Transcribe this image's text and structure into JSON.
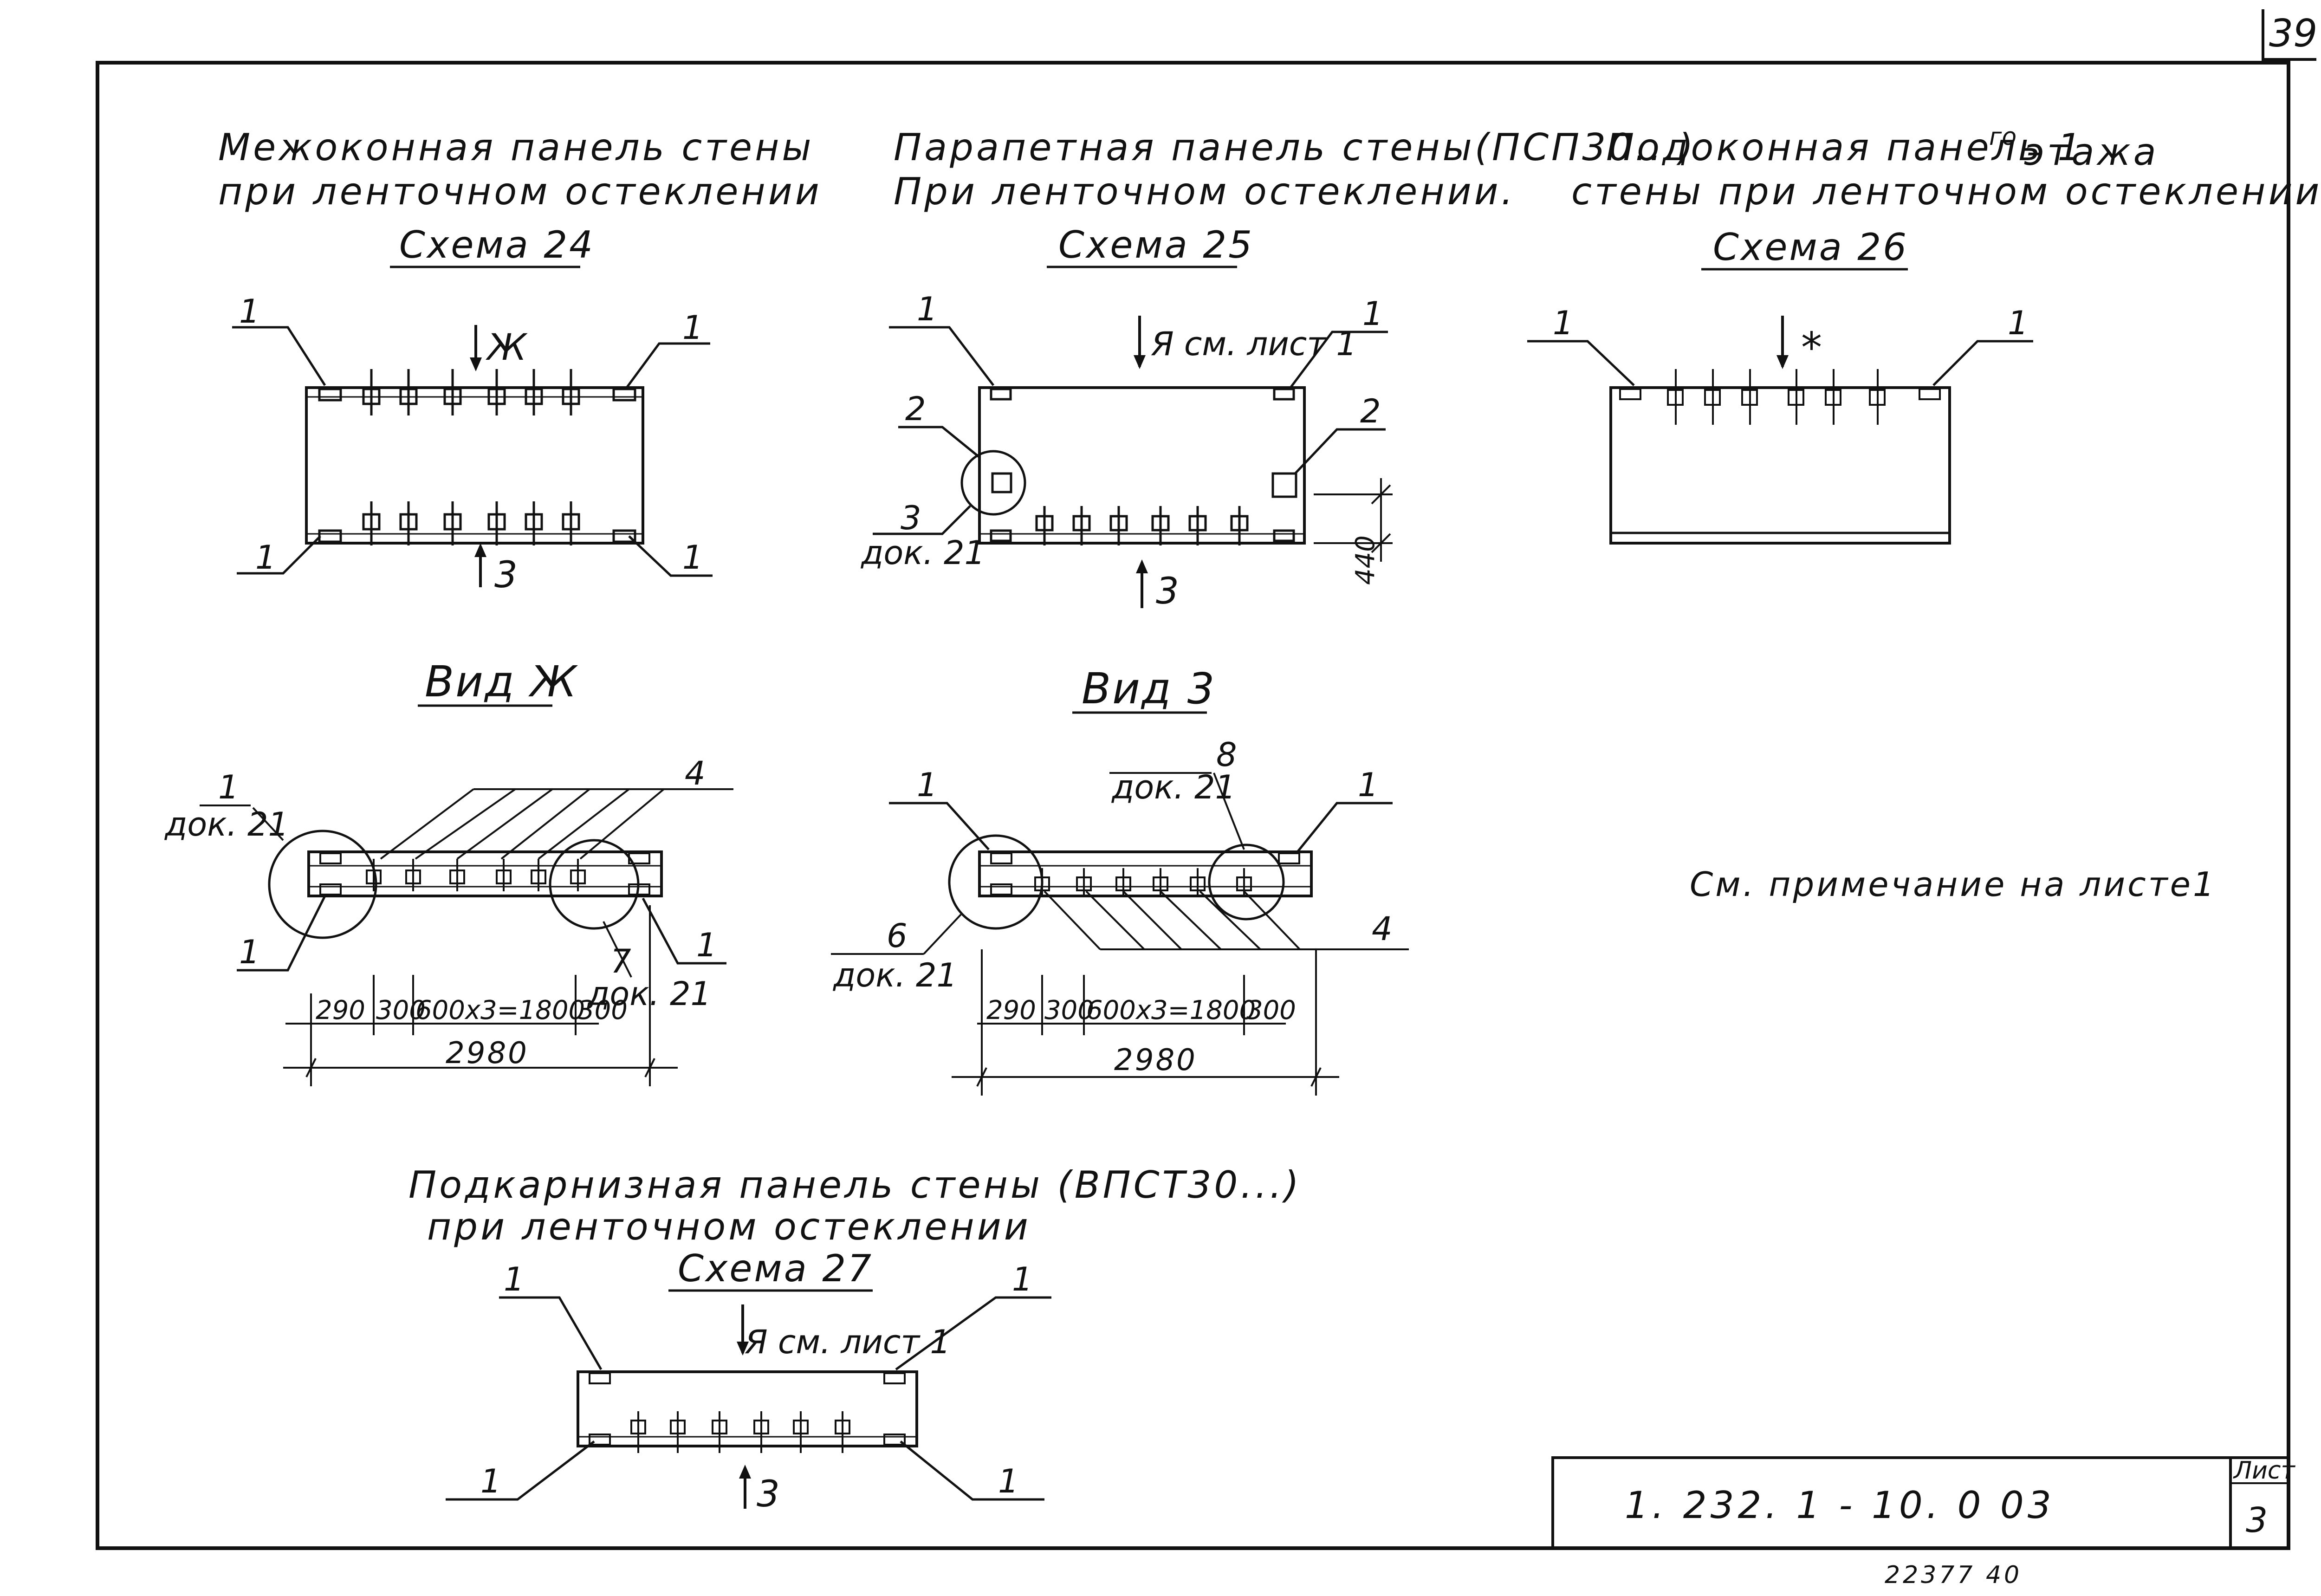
{
  "page_number": "39",
  "panels": [
    {
      "title_line1": "Межоконная панель стены",
      "title_line2": "при ленточном остеклении",
      "scheme": "Схема 24",
      "arrow_top": "Ж",
      "arrow_bottom": "3",
      "callouts": [
        "1",
        "1",
        "1",
        "1"
      ]
    },
    {
      "title_line1": "Парапетная панель стены(ПСП30...)",
      "title_line2": "При ленточном остеклении.",
      "scheme": "Схема 25",
      "arrow_top": "Я см. лист 1",
      "arrow_bottom": "3",
      "callouts": [
        "1",
        "1",
        "2",
        "2",
        "3"
      ],
      "callout_ref": "док. 21",
      "dim": "440"
    },
    {
      "title_line1": "Подоконная панель 1",
      "title_sup": "го",
      "title_line1b": "этажа",
      "title_line2": "стены при ленточном остеклении",
      "scheme": "Схема 26",
      "arrow_top": "*",
      "callouts": [
        "1",
        "1"
      ]
    },
    {
      "title_line1": "Подкарнизная панель стены (ВПСТ30...)",
      "title_line2": "при ленточном остеклении",
      "scheme": "Схема 27",
      "arrow_top": "Я см. лист 1",
      "arrow_bottom": "3",
      "callouts": [
        "1",
        "1",
        "1",
        "1"
      ]
    }
  ],
  "views": [
    {
      "title": "Вид Ж",
      "callouts": [
        "1",
        "4",
        "1",
        "1",
        "7"
      ],
      "ref": "док. 21",
      "dims": [
        "290",
        "300",
        "600x3=1800",
        "300"
      ],
      "total": "2980"
    },
    {
      "title": "Вид 3",
      "callouts": [
        "1",
        "8",
        "1",
        "6",
        "4"
      ],
      "ref": "док. 21",
      "dims": [
        "290",
        "300",
        "600x3=1800",
        "300"
      ],
      "total": "2980"
    }
  ],
  "note": "См. примечание на листе1",
  "title_block": {
    "code": "1. 232. 1 - 10. 0 03",
    "sheet_label": "Лист",
    "sheet_number": "3"
  },
  "footer_number": "22377 40"
}
